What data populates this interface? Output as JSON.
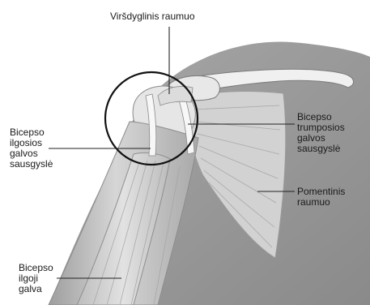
{
  "labels": {
    "supraspinatus": "Viršdyglinis raumuo",
    "long_head_tendon": [
      "Bicepso",
      "ilgosios",
      "galvos",
      "sausgyslė"
    ],
    "short_head_tendon": [
      "Bicepso",
      "trumposios",
      "galvos",
      "sausgyslė"
    ],
    "subscapularis": "Pomentinis raumuo",
    "subscapularis_lines": [
      "Pomentinis",
      "raumuo"
    ],
    "long_head": [
      "Bicepso",
      "ilgoji",
      "galva"
    ]
  },
  "colors": {
    "skin": "#9a9a9a",
    "skin_dark": "#7c7c7c",
    "muscle": "#c9c9c9",
    "muscle_light": "#e4e4e4",
    "bone": "#ededed",
    "line": "#222222",
    "circle": "#111111"
  }
}
